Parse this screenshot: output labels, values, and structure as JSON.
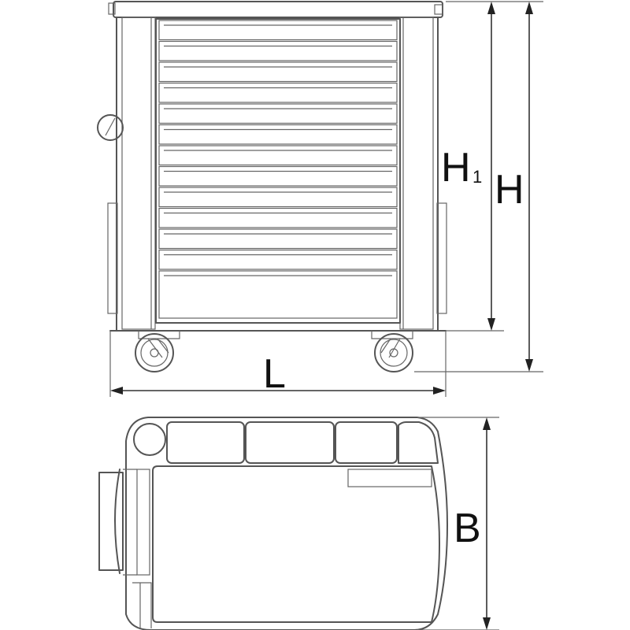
{
  "labels": {
    "height_overall": "H",
    "height_body": "H",
    "height_body_sub": "1",
    "length": "L",
    "width": "B"
  },
  "colors": {
    "line": "#555555",
    "dimension": "#333333",
    "background": "#ffffff"
  },
  "drawer_count": 13
}
